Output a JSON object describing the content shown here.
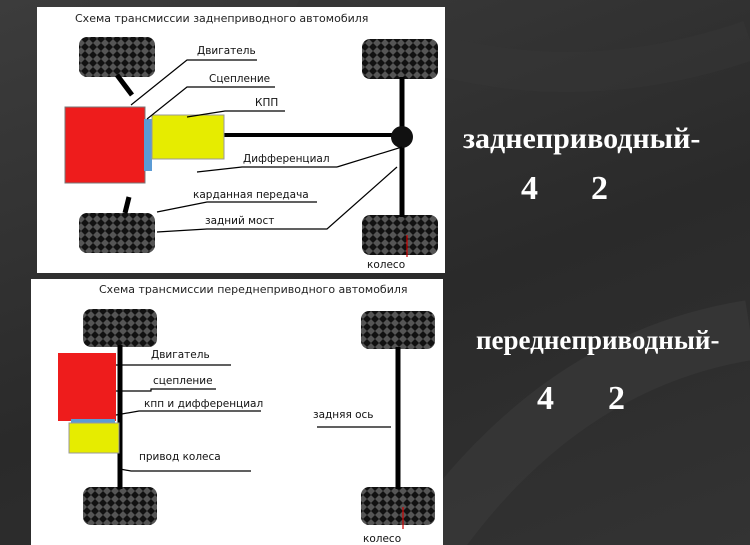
{
  "colors": {
    "engine": "#ee1c1c",
    "clutch": "#5b9bd5",
    "gearbox": "#e6ec00",
    "tire": "#111111",
    "background": "#2e2e2e",
    "panel": "#ffffff"
  },
  "rear_diagram": {
    "title": "Схема трансмиссии заднеприводного автомобиля",
    "labels": {
      "engine": "Двигатель",
      "clutch": "Сцепление",
      "gearbox": "КПП",
      "differential": "Дифференциал",
      "driveshaft": "карданная передача",
      "rear_axle": "задний мост",
      "wheel": "колесо"
    }
  },
  "front_diagram": {
    "title": "Схема трансмиссии переднеприводного автомобиля",
    "labels": {
      "engine": "Двигатель",
      "clutch": "сцепление",
      "gearbox_diff": "кпп и дифференциал",
      "wheel_drive": "привод колеса",
      "rear_axle": "задняя ось",
      "wheel": "колесо"
    }
  },
  "side": {
    "rear_heading": "заднеприводный-",
    "rear_num1": "4",
    "rear_num2": "2",
    "front_heading": "переднеприводный-",
    "front_num1": "4",
    "front_num2": "2"
  }
}
